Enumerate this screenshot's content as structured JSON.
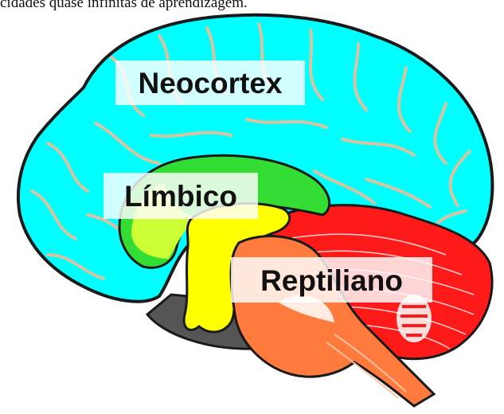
{
  "caption": "cidades quase infinitas de aprendizagem.",
  "regions": {
    "neocortex": "Neocortex",
    "limbico": "Límbico",
    "reptiliano": "Reptiliano"
  },
  "colors": {
    "neocortex": "#00ffff",
    "neocortex_folds": "#d9c3a0",
    "limbic_ring": "#33dd33",
    "limbic_inner": "#ccff33",
    "thalamus": "#ffff00",
    "cerebellum": "#ff1a1a",
    "brainstem": "#ff7a3d",
    "base": "#555555",
    "outline": "#1a1a1a"
  }
}
